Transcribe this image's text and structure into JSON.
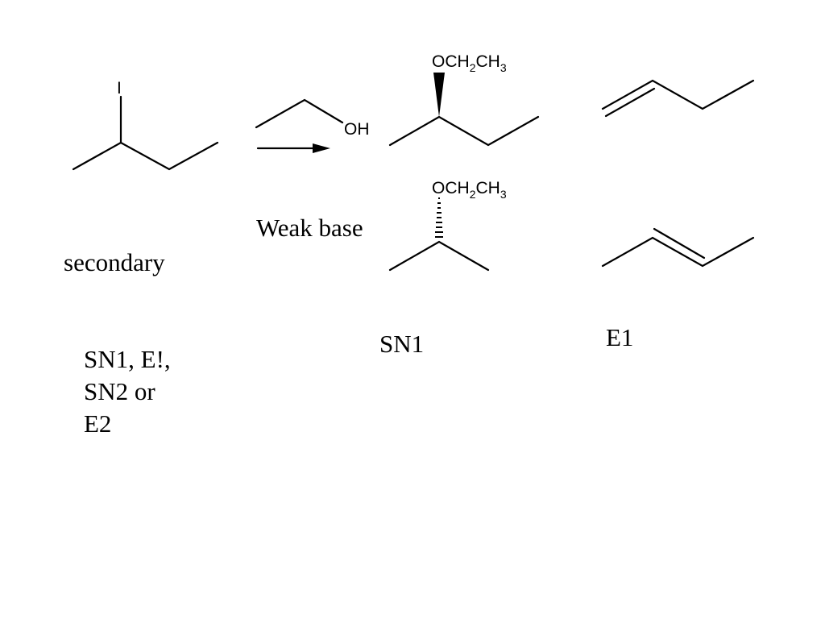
{
  "labels": {
    "substrate_class": "secondary",
    "reagent_condition": "Weak base",
    "question_line1": "SN1, E!,",
    "question_line2": "SN2 or",
    "question_line3": "E2",
    "mechanism_sn1": "SN1",
    "mechanism_e1": "E1"
  },
  "atoms": {
    "iodine": "I",
    "hydroxyl": "OH",
    "ether_o": "O",
    "ch": "CH",
    "sub2": "2",
    "ch3": "CH",
    "sub3": "3"
  }
}
